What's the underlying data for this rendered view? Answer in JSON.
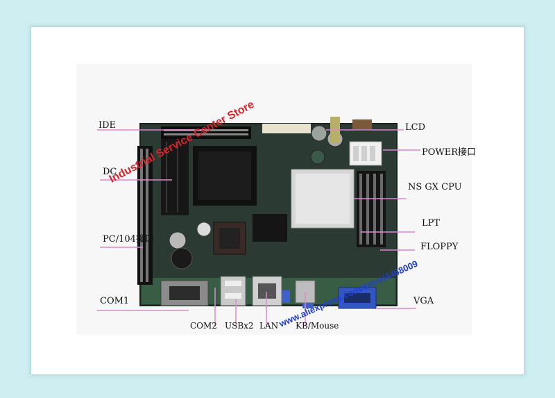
{
  "labels": {
    "ide": "IDE",
    "lcd": "LCD",
    "power": "POWER接口",
    "dc": "DC",
    "ns_gx_cpu": "NS GX CPU",
    "pc104": "PC/104接口",
    "lpt": "LPT",
    "floppy": "FLOPPY",
    "com1": "COM1",
    "vga": "VGA",
    "com2": "COM2",
    "usb": "USBx2",
    "lan": "LAN",
    "kb_mouse": "KB/Mouse"
  },
  "watermarks": {
    "store": "Industrial Service Center Store",
    "url": "www.aliexpress.com/store/4468009"
  },
  "colors": {
    "background": "#cfeef2",
    "pointer_line": "#d98ad0",
    "watermark_red": "#d8232a",
    "watermark_blue": "#1f3fd1"
  }
}
